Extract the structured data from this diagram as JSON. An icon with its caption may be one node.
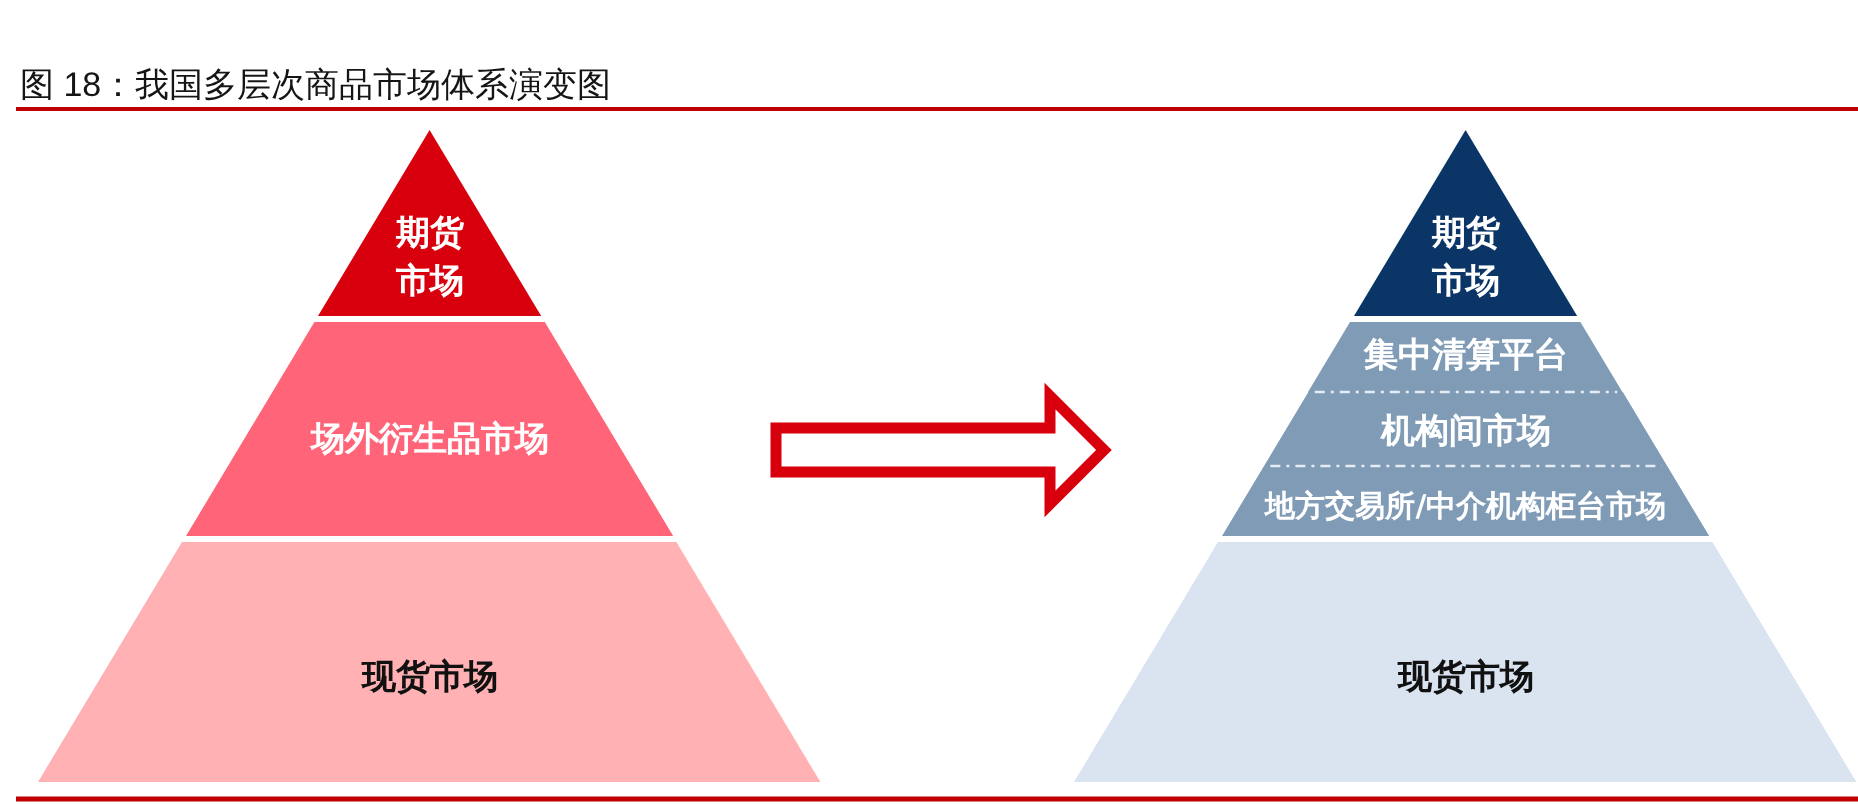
{
  "diagram": {
    "title": "图 18：我国多层次商品市场体系演变图",
    "nodes": [
      {
        "text": [
          "期货市场"
        ]
      },
      {
        "text": [
          "场外衍生品市场"
        ]
      },
      {
        "text": [
          "现货市场"
        ]
      },
      {
        "text": [
          "期货市场"
        ]
      },
      {
        "text": [
          "集中清算平台"
        ]
      },
      {
        "text": [
          "机构间市场"
        ]
      },
      {
        "text": [
          "地方交易所/中介机构柜台市场"
        ]
      },
      {
        "text": [
          "现货市场"
        ]
      }
    ],
    "edges": [
      {
        "from": 1,
        "to": 5,
        "arrow": "to"
      }
    ]
  }
}
